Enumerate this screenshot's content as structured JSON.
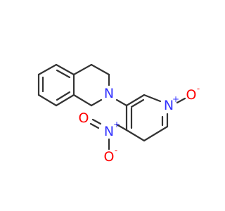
{
  "molecule": {
    "atoms": {
      "n_ring": "N",
      "n_pyridine": "N",
      "n_pyridine_charge": "+",
      "o_oxide": "O",
      "o_oxide_charge": "-",
      "n_nitro": "N",
      "n_nitro_charge": "+",
      "o_nitro_double": "O",
      "o_nitro_single": "O",
      "o_nitro_single_charge": "-"
    },
    "colors": {
      "bond": "#333333",
      "nitrogen": "#3333ff",
      "oxygen": "#ff0000"
    }
  }
}
